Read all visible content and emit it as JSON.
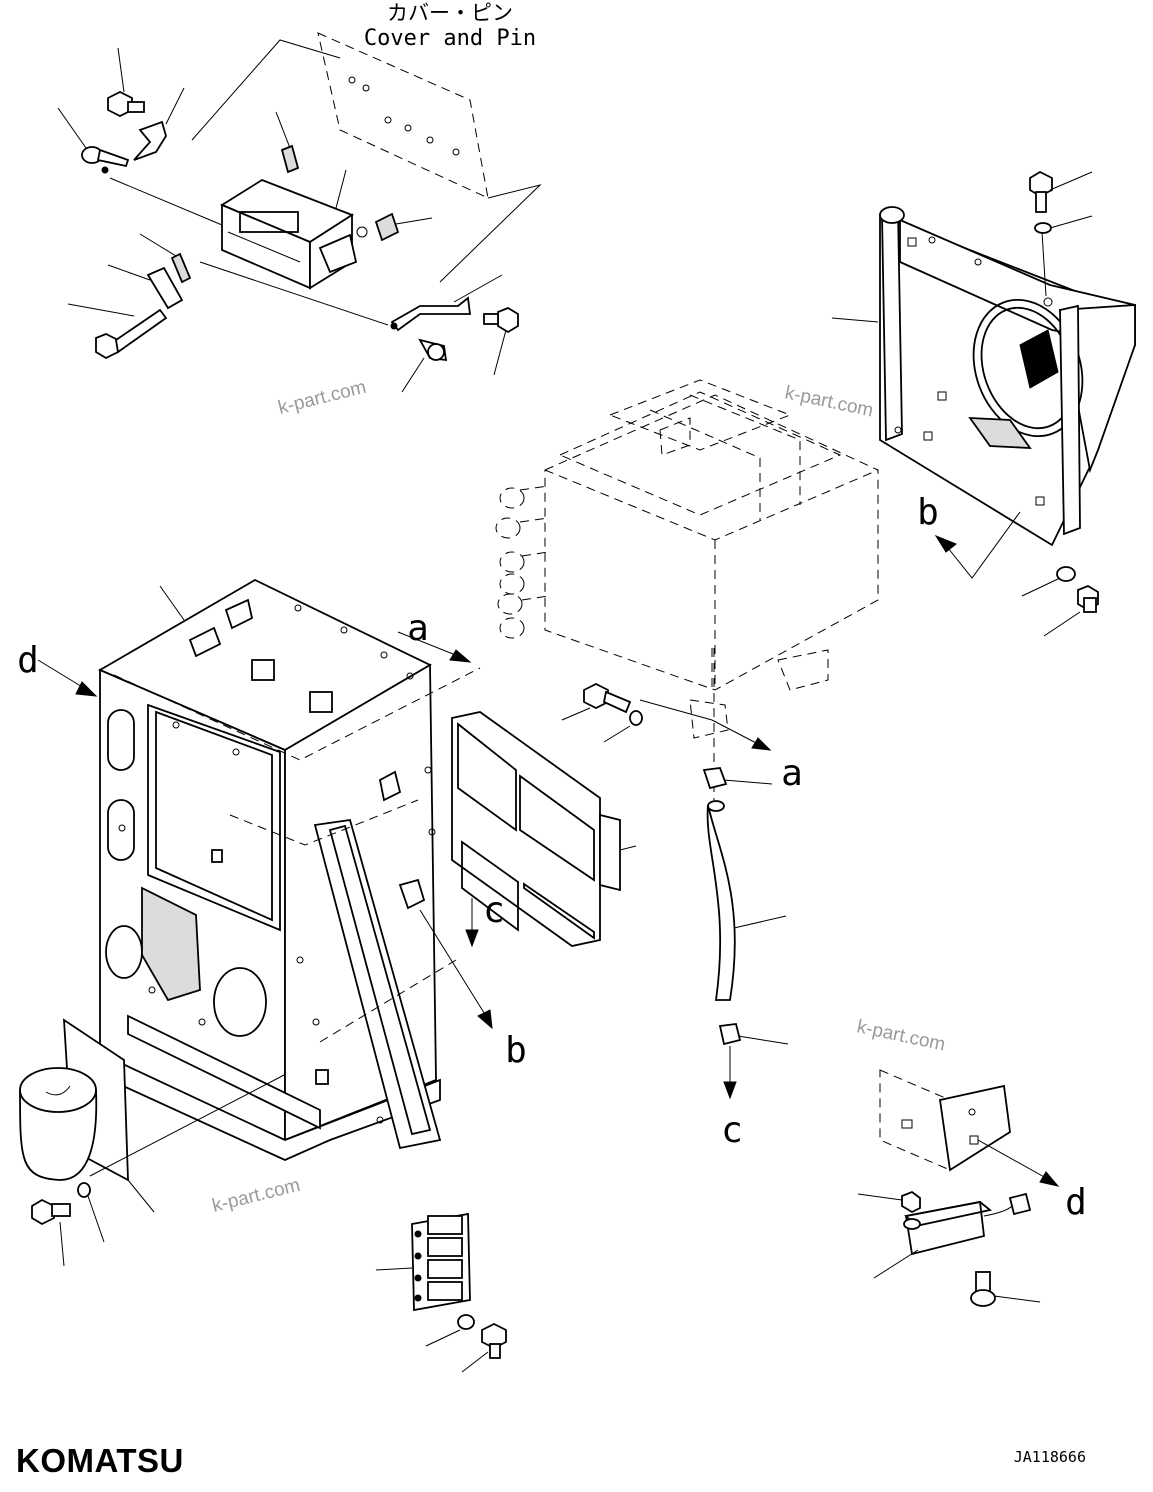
{
  "header": {
    "title_jp": "カバー・ピン",
    "title_en": "Cover and Pin"
  },
  "arrow_labels": {
    "a_top": "a",
    "a_right": "a",
    "b_right": "b",
    "b_center": "b",
    "c_center": "c",
    "c_hose": "c",
    "d_left": "d",
    "d_right": "d"
  },
  "watermarks": [
    "k-part.com",
    "k-part.com",
    "k-part.com",
    "k-part.com"
  ],
  "footer": {
    "brand": "KOMATSU",
    "drawing_number": "JA118666"
  }
}
